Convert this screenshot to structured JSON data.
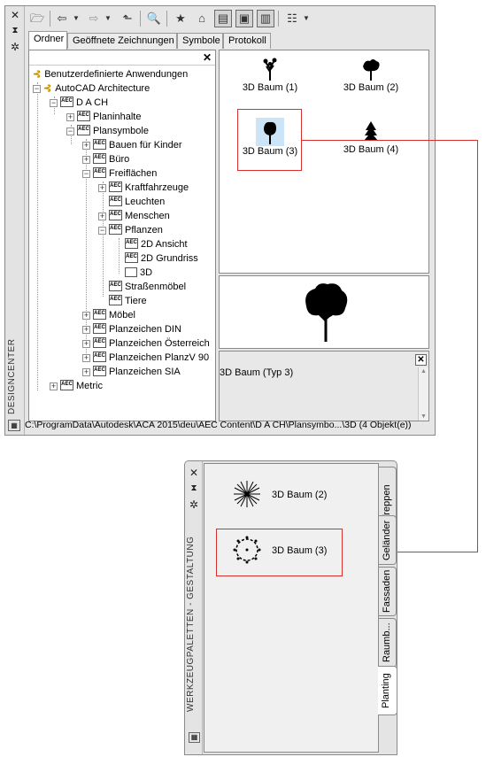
{
  "designcenter": {
    "title": "DESIGNCENTER",
    "tabs": [
      "Ordner",
      "Geöffnete Zeichnungen",
      "Symbole",
      "Protokoll"
    ],
    "tree": [
      {
        "label": "Benutzerdefinierte Anwendungen"
      },
      {
        "label": "AutoCAD Architecture"
      },
      {
        "label": "D A CH"
      },
      {
        "label": "Planinhalte"
      },
      {
        "label": "Plansymbole"
      },
      {
        "label": "Bauen für Kinder"
      },
      {
        "label": "Büro"
      },
      {
        "label": "Freiflächen"
      },
      {
        "label": "Kraftfahrzeuge"
      },
      {
        "label": "Leuchten"
      },
      {
        "label": "Menschen"
      },
      {
        "label": "Pflanzen"
      },
      {
        "label": "2D Ansicht"
      },
      {
        "label": "2D Grundriss"
      },
      {
        "label": "3D"
      },
      {
        "label": "Straßenmöbel"
      },
      {
        "label": "Tiere"
      },
      {
        "label": "Möbel"
      },
      {
        "label": "Planzeichen DIN"
      },
      {
        "label": "Planzeichen Österreich"
      },
      {
        "label": "Planzeichen PlanzV 90"
      },
      {
        "label": "Planzeichen SIA"
      },
      {
        "label": "Metric"
      }
    ],
    "items": [
      {
        "label": "3D Baum (1)",
        "icon": "tree-1-icon"
      },
      {
        "label": "3D Baum (2)",
        "icon": "tree-2-icon"
      },
      {
        "label": "3D Baum (3)",
        "icon": "tree-3-icon"
      },
      {
        "label": "3D Baum (4)",
        "icon": "tree-4-icon"
      }
    ],
    "description": "3D Baum (Typ 3)",
    "status_path": "C:\\ProgramData\\Autodesk\\ACA 2015\\deu\\AEC Content\\D A CH\\Plansymbo...\\3D (4 Objekt(e))"
  },
  "palette": {
    "title": "WERKZEUGPALETTEN - GESTALTUNG",
    "items": [
      {
        "label": "3D Baum (2)"
      },
      {
        "label": "3D Baum (3)"
      }
    ],
    "tabs": [
      "Treppen",
      "Geländer",
      "Fassaden",
      "Raumb...",
      "Planting"
    ],
    "active_tab": "Planting"
  },
  "colors": {
    "highlight": "#d43030",
    "selection": "#cce4f7"
  }
}
